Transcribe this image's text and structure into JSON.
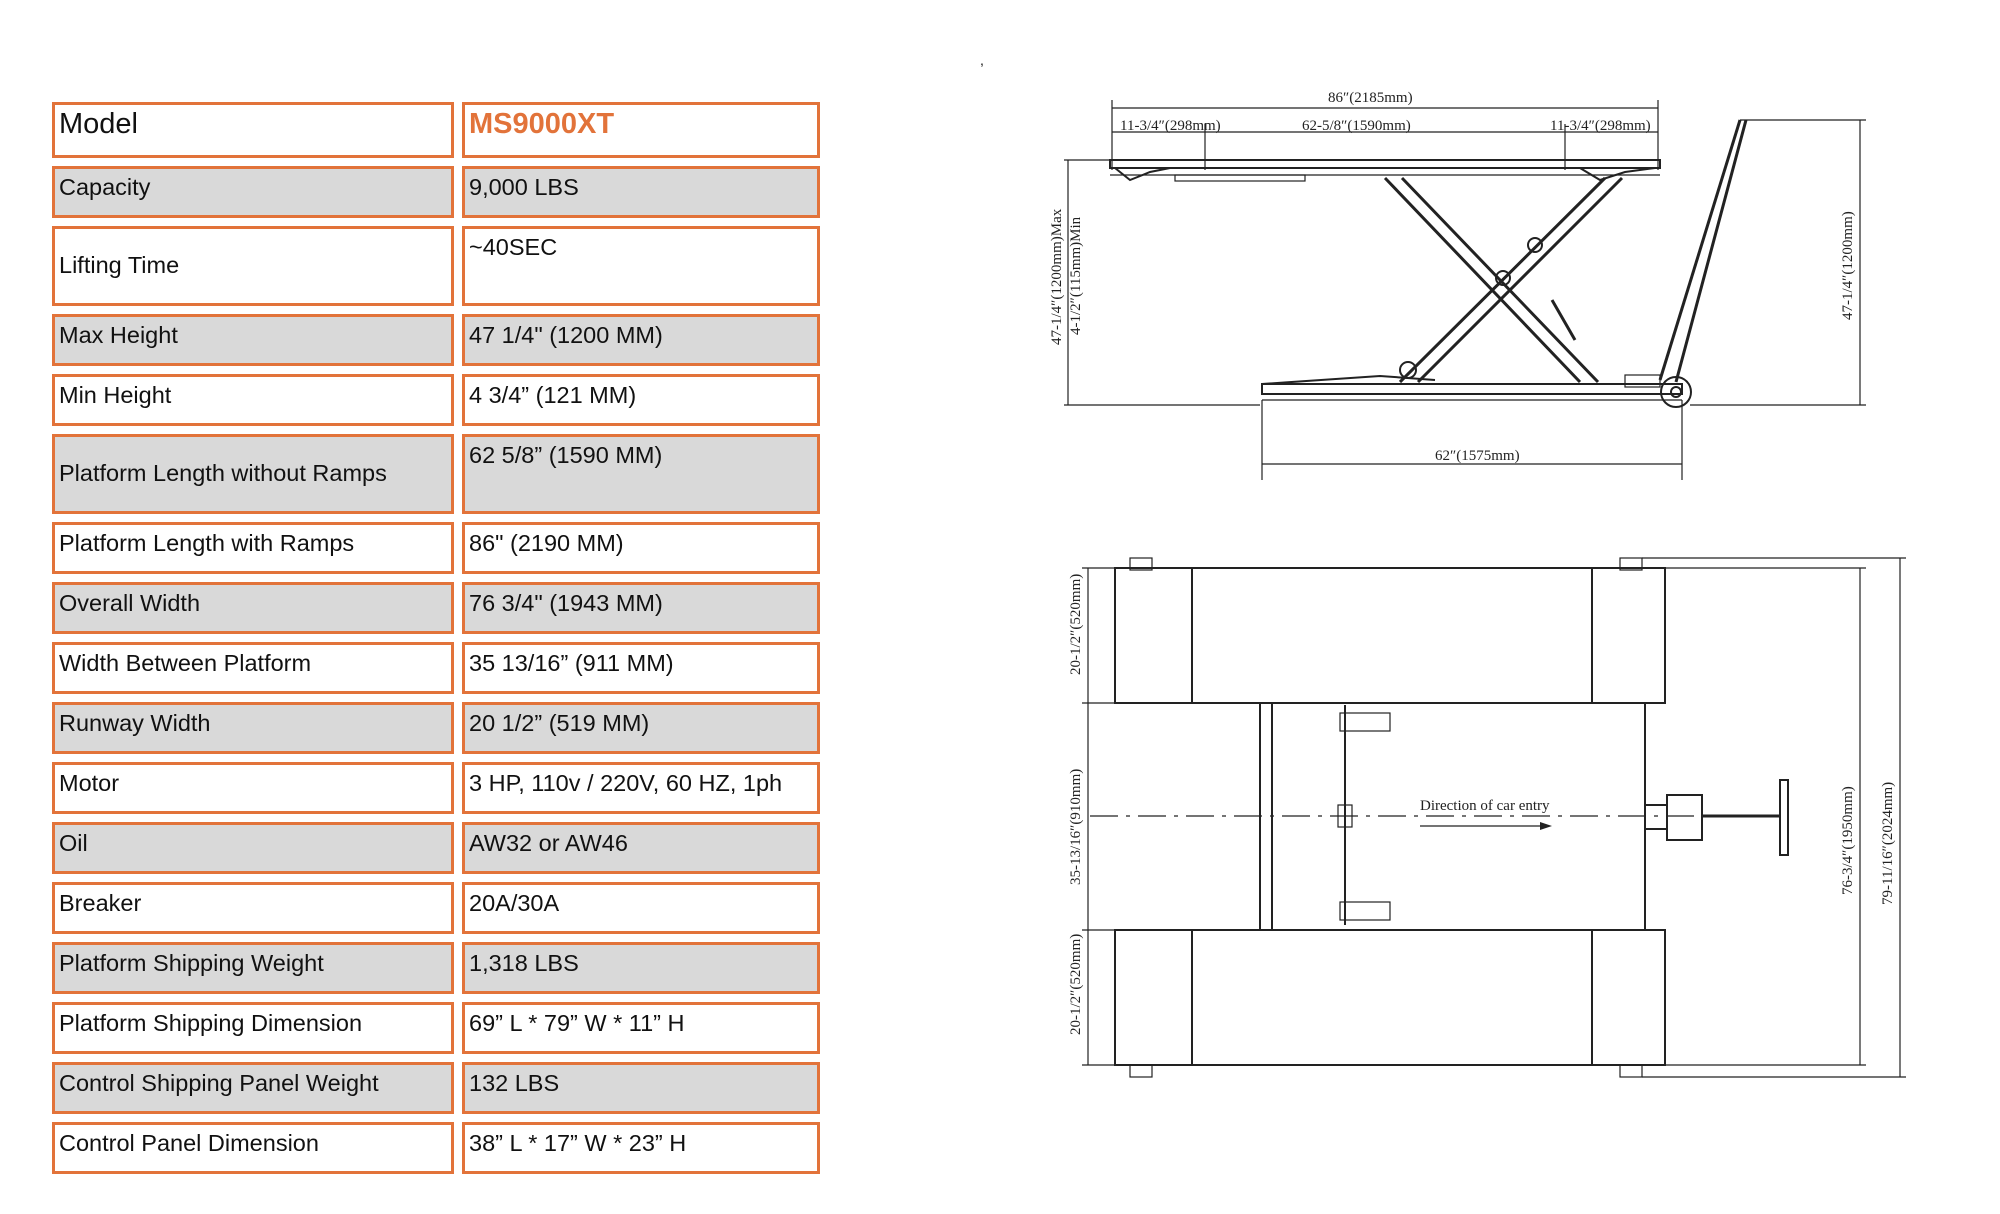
{
  "stray_mark": ",",
  "specs": [
    {
      "label": "Model",
      "value": "MS9000XT"
    },
    {
      "label": "Capacity",
      "value": "9,000 LBS"
    },
    {
      "label": "Lifting Time",
      "value": "~40SEC"
    },
    {
      "label": "Max Height",
      "value": "47 1/4\" (1200 MM)"
    },
    {
      "label": "Min Height",
      "value": "4 3/4” (121 MM)"
    },
    {
      "label": "Platform Length without Ramps",
      "value": "62 5/8” (1590 MM)"
    },
    {
      "label": "Platform Length with Ramps",
      "value": "86\" (2190 MM)"
    },
    {
      "label": "Overall Width",
      "value": "76 3/4\" (1943 MM)"
    },
    {
      "label": "Width Between Platform",
      "value": "35 13/16” (911 MM)"
    },
    {
      "label": "Runway Width",
      "value": "20 1/2” (519 MM)"
    },
    {
      "label": "Motor",
      "value": "3 HP, 110v / 220V, 60 HZ, 1ph"
    },
    {
      "label": "Oil",
      "value": "AW32 or AW46"
    },
    {
      "label": "Breaker",
      "value": "20A/30A"
    },
    {
      "label": "Platform Shipping Weight",
      "value": "1,318 LBS"
    },
    {
      "label": "Platform Shipping Dimension",
      "value": "69” L * 79” W * 11” H"
    },
    {
      "label": "Control Shipping Panel Weight",
      "value": "132 LBS"
    },
    {
      "label": "Control Panel Dimension",
      "value": "38” L * 17” W * 23” H"
    }
  ],
  "side_view": {
    "overall_length": "86″(2185mm)",
    "left_ramp": "11-3/4″(298mm)",
    "platform_length": "62-5/8″(1590mm)",
    "right_ramp": "11-3/4″(298mm)",
    "max_height": "47-1/4″(1200mm)Max",
    "min_height": "4-1/2″(115mm)Min",
    "handle_height": "47-1/4″(1200mm)",
    "base_length": "62″(1575mm)"
  },
  "top_view": {
    "runway_left": "20-1/2″(520mm)",
    "between": "35-13/16″(910mm)",
    "runway_right": "20-1/2″(520mm)",
    "inner_width": "76-3/4″(1950mm)",
    "overall_width": "79-11/16″(2024mm)",
    "direction_label": "Direction of car entry"
  },
  "colors": {
    "accent": "#e2733a",
    "shade": "#d9d9d9"
  }
}
